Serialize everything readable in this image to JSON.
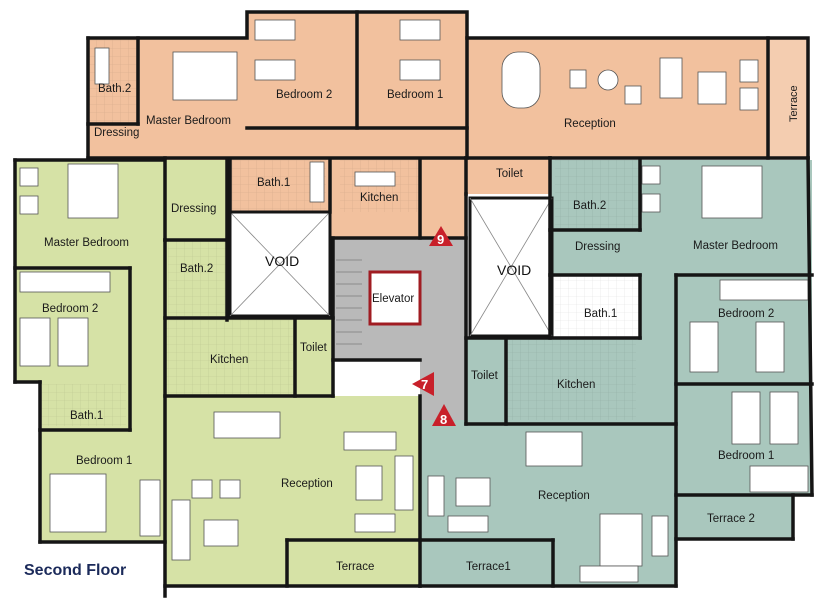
{
  "floor_title": "Second Floor",
  "colors": {
    "orange_unit": "#f2c19e",
    "green_unit": "#d6e2a6",
    "teal_unit": "#a9c7bd",
    "stair": "#b9b9b9",
    "wall": "#151515",
    "marker": "#c8202a"
  },
  "rooms": {
    "bath2_top": "Bath.2",
    "dressing_top": "Dressing",
    "master_top": "Master Bedroom",
    "bedroom2_top": "Bedroom 2",
    "bedroom1_top": "Bedroom 1",
    "reception_top": "Reception",
    "terrace_top": "Terrace",
    "bath1_top": "Bath.1",
    "kitchen_top": "Kitchen",
    "toilet_top": "Toilet",
    "master_left": "Master Bedroom",
    "dressing_left": "Dressing",
    "bath2_left": "Bath.2",
    "void_left": "VOID",
    "bedroom2_left": "Bedroom 2",
    "kitchen_left": "Kitchen",
    "toilet_left": "Toilet",
    "bath1_left": "Bath.1",
    "bedroom1_left": "Bedroom 1",
    "reception_left": "Reception",
    "terrace_left": "Terrace",
    "elevator": "Elevator",
    "void_right": "VOID",
    "bath2_right": "Bath.2",
    "dressing_right": "Dressing",
    "master_right": "Master Bedroom",
    "bath1_right": "Bath.1",
    "bedroom2_right": "Bedroom 2",
    "toilet_right": "Toilet",
    "kitchen_right": "Kitchen",
    "bedroom1_right": "Bedroom 1",
    "reception_right": "Reception",
    "terrace2_right": "Terrace 2",
    "terrace1_right": "Terrace1"
  },
  "markers": {
    "m9": "9",
    "m7": "7",
    "m8": "8"
  }
}
